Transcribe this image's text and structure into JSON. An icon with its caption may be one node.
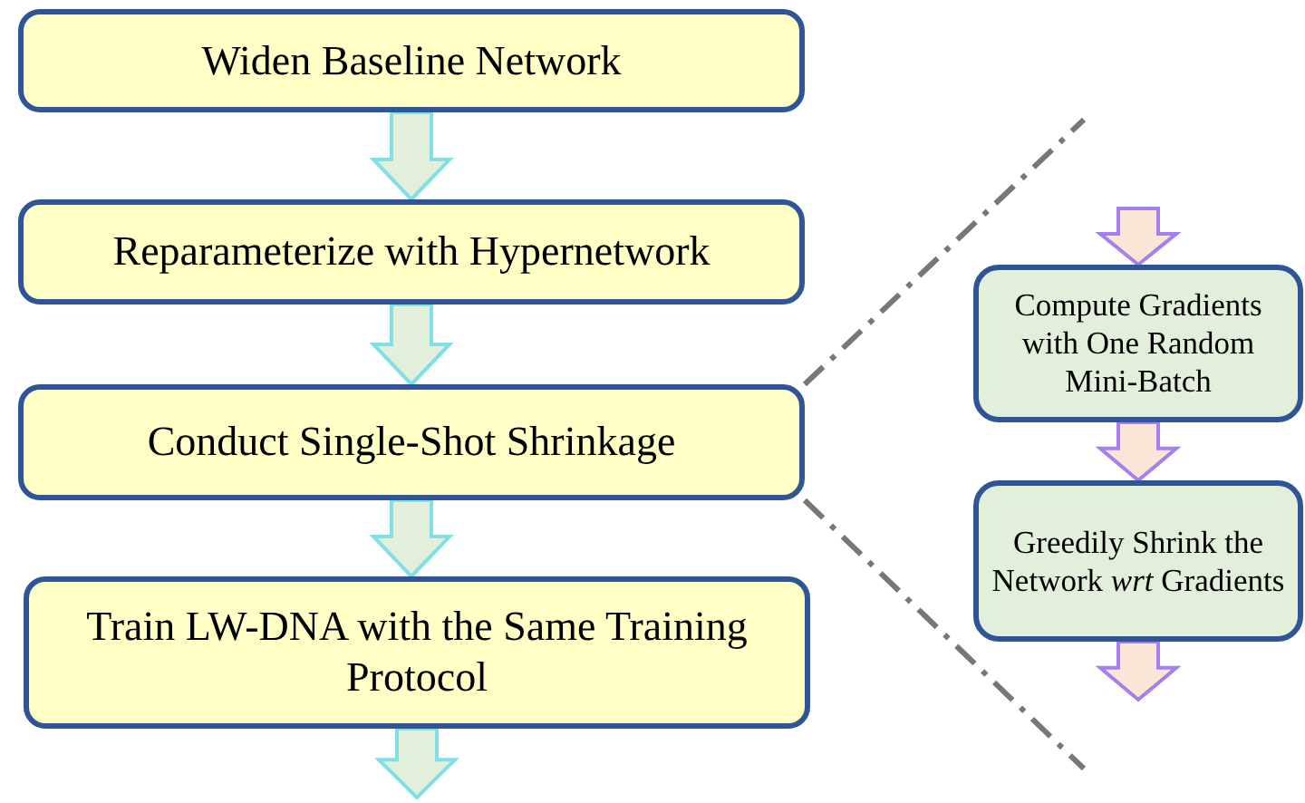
{
  "diagram": {
    "nodes": [
      {
        "text": [
          "Widen Baseline Network"
        ]
      },
      {
        "text": [
          "Reparameterize with Hypernetwork"
        ]
      },
      {
        "text": [
          "Conduct Single-Shot Shrinkage"
        ]
      },
      {
        "text": [
          "Train LW-DNA with the Same Training Protocol"
        ]
      },
      {
        "text": [
          "Compute Gradients with One Random Mini-Batch"
        ]
      },
      {
        "text": [
          "Greedily Shrink the Network *wrt* Gradients"
        ]
      }
    ],
    "edges": [
      {
        "from": 0,
        "to": 1,
        "arrow": "to"
      },
      {
        "from": 1,
        "to": 2,
        "arrow": "to"
      },
      {
        "from": 2,
        "to": 3,
        "arrow": "to"
      },
      {
        "from": 3,
        "to": null,
        "arrow": "to"
      },
      {
        "from": null,
        "to": 4,
        "arrow": "to",
        "color": "#a37ff0"
      },
      {
        "from": 4,
        "to": 5,
        "arrow": "to",
        "color": "#a37ff0"
      },
      {
        "from": 5,
        "to": null,
        "arrow": "to",
        "color": "#a37ff0"
      }
    ]
  }
}
